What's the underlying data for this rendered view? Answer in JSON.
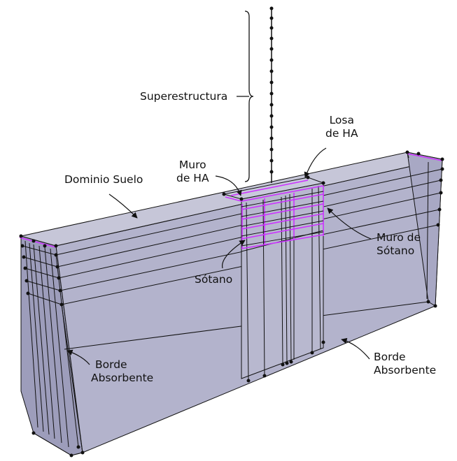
{
  "colors": {
    "soil_face": "#b3b3cc",
    "soil_side": "#9d9dbb",
    "soil_top": "#c6c6d8",
    "edge": "#111111",
    "structure_accent": "#cc33ff"
  },
  "labels": {
    "superestructura": "Superestructura",
    "losa_line1": "Losa",
    "losa_line2": "de HA",
    "muro_ha_line1": "Muro",
    "muro_ha_line2": "de HA",
    "dominio_suelo": "Dominio Suelo",
    "muro_sotano_line1": "Muro de",
    "muro_sotano_line2": "Sótano",
    "sotano": "Sótano",
    "borde_left_line1": "Borde",
    "borde_left_line2": "Absorbente",
    "borde_right_line1": "Borde",
    "borde_right_line2": "Absorbente"
  }
}
